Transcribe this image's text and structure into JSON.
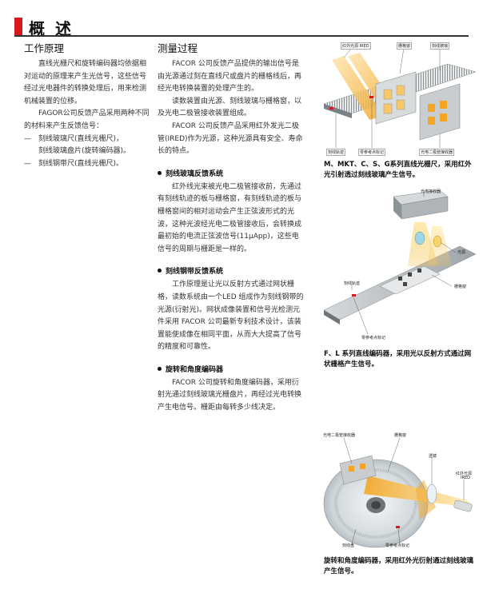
{
  "page": {
    "title": "概 述"
  },
  "col1": {
    "heading": "工作原理",
    "p1": "直线光栅尺和旋转编码器均依据相对运动的原理来产生光信号，这些信号经过光电器件的转换处理后，用来检测机械装置的位移。",
    "p2": "FAGOR公司反馈产品采用两种不同的材料来产生反馈信号：",
    "list": [
      {
        "marker": "—",
        "text": "刻线玻璃尺(直线光栅尺)，"
      },
      {
        "marker": "",
        "text": "刻线玻璃盘片(旋转编码器)。"
      },
      {
        "marker": "—",
        "text": "刻线钢带尺(直线光栅尺)。"
      }
    ]
  },
  "col2": {
    "heading": "测量过程",
    "p1": "FACOR 公司反馈产品提供的输出信号是由光源通过刻在直线尺或盘片的栅格线后，再经光电转换装置的处理产生的。",
    "p2": "读数装置由光源、刻线玻璃与栅格窗，以及光电二极管接收装置组成。",
    "p3": "FACOR 公司反馈产品采用红外发光二极管(IRED)作为光源，这种光源具有安全、寿命长的特点。",
    "sections": [
      {
        "title": "刻线玻璃反馈系统",
        "text": "红外线光束被光电二极管接收前，先通过有刻线轨迹的板与栅格窗，有刻线轨迹的板与栅格窗间的相对运动会产生正弦波形式的光波，这种光波经光电二极管接收后，会转换成最初始的电流正弦波信号(11μApp)，这些电信号的周期与栅距是一样的。"
      },
      {
        "title": "刻线钢带反馈系统",
        "text": "工作原理是让光以反射方式通过网状栅格，读数系统由一个LED 组成作为刻线钢带的光源(衍射光)。网状成像装置和信号光检测元件采用 FACOR 公司最新专利技术设计，该装置能使成像在相同平面，从而大大提高了信号的精度和可靠性。"
      },
      {
        "title": "旋转和角度编码器",
        "text": "FACOR 公司旋转和角度编码器，采用衍射光通过刻线玻璃光栅盘片，再经过光电转换产生电信号。栅距由每转多少线决定。"
      }
    ]
  },
  "col3": {
    "fig1": {
      "labels": [
        "红外光源 IRED",
        "栅格窗",
        "刻线玻璃",
        "刻线轨迹",
        "零参考点标记",
        "光电二极管接收器"
      ],
      "caption": "M、MKT、C、S、G系列直线光栅尺，采用红外光引射透过刻线玻璃产生信号。"
    },
    "fig2": {
      "labels": [
        "光电接收器",
        "光源",
        "刻线轨迹",
        "栅格窗",
        "零参考点标记"
      ],
      "caption": "F、L 系列直线编码器，采用光以反射方式通过网状栅格产生信号。"
    },
    "fig3": {
      "labels": [
        "光电二极管接收器",
        "栅格窗",
        "透镜",
        "红外光源",
        "IRED",
        "刻线盘",
        "零参考点标记"
      ],
      "caption": "旋转和角度编码器，采用红外光衍射通过刻线玻璃产生信号。"
    }
  },
  "colors": {
    "accent": "#d8171e",
    "beam": "#f2a623",
    "steel": "#aeb4b8"
  }
}
